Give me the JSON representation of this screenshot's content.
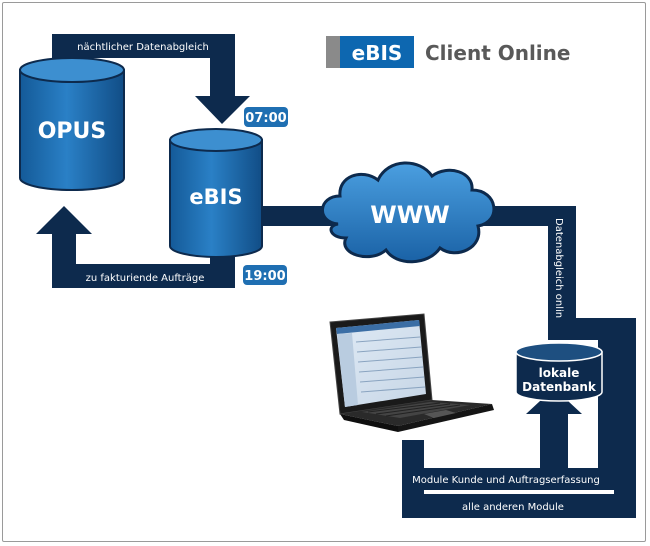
{
  "branding": {
    "logo_text": "eBIS",
    "subtitle": "Client Online"
  },
  "nodes": {
    "opus": "OPUS",
    "ebis": "eBIS",
    "www": "WWW",
    "local_db_line1": "lokale",
    "local_db_line2": "Datenbank"
  },
  "flows": {
    "nightly_sync": "nächtlicher Datenabgleich",
    "time_morning": "07:00",
    "invoice_orders": "zu fakturiende Aufträge",
    "time_evening": "19:00",
    "online_sync": "Datenabgleich online",
    "modules_customer_orders": "Module Kunde und Auftragserfassung",
    "other_modules": "alle anderen Module"
  },
  "colors": {
    "navy": "#0d2a4d",
    "blue": "#1f6fb2",
    "blue_light": "#3d8fd0",
    "logo_blue": "#0d67b0",
    "grey": "#595959"
  }
}
